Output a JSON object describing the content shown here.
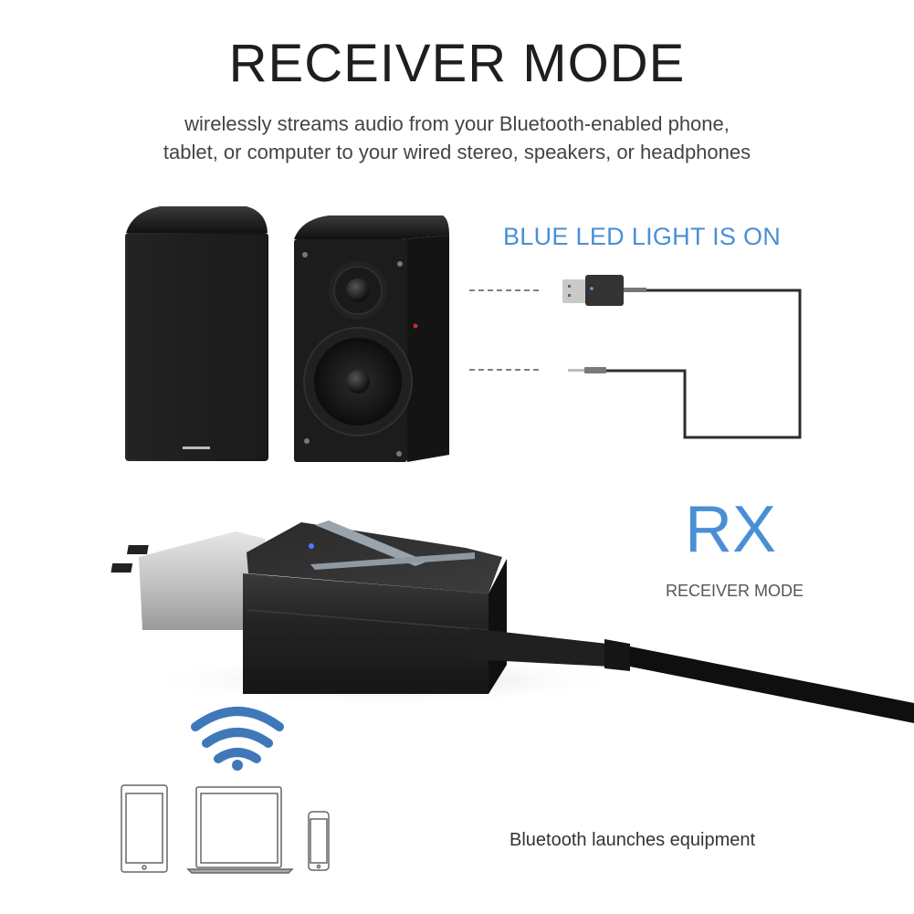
{
  "header": {
    "title": "RECEIVER MODE",
    "subtitle_line1": "wirelessly streams audio from your Bluetooth-enabled phone,",
    "subtitle_line2": "tablet, or computer to your wired stereo, speakers, or headphones"
  },
  "diagram": {
    "led_label": "BLUE LED LIGHT IS ON",
    "mode_code": "RX",
    "mode_label": "RECEIVER MODE",
    "devices_label": "Bluetooth launches equipment"
  },
  "icons": [
    "speakers-image",
    "usb-receiver-icon",
    "audio-jack-icon",
    "usb-adapter-image",
    "wifi-icon",
    "tablet-icon",
    "laptop-icon",
    "phone-icon"
  ],
  "colors": {
    "accent_blue": "#4a8fd6",
    "wifi_blue": "#3f78b8",
    "led_blue": "#3a6fff",
    "text_dark": "#1e1e1e",
    "device_black": "#1c1c1c"
  }
}
